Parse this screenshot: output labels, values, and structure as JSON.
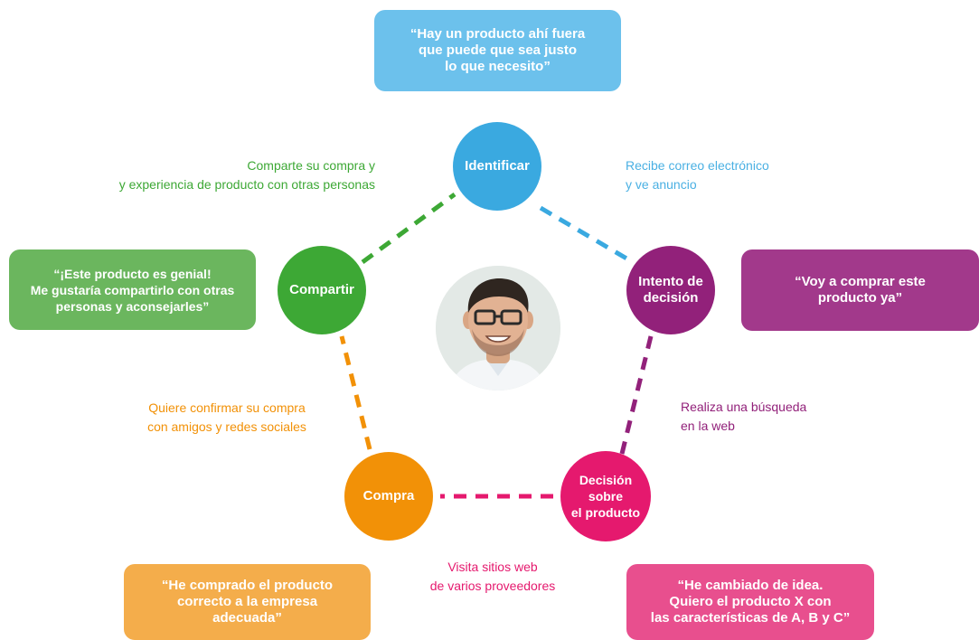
{
  "colors": {
    "identificar": "#3aa9e0",
    "intento": "#92217a",
    "decision": "#e5196e",
    "compra": "#f29107",
    "compartir": "#3da835",
    "box_identificar": "#6cc1ec",
    "box_intento": "#a2398b",
    "box_decision": "#e84f8e",
    "box_compra": "#f4ad4b",
    "box_compartir": "#6bb65e",
    "note_identificar": "#4ab0e3",
    "note_intento": "#92217a",
    "note_decision": "#e5196e",
    "note_compra": "#f29107",
    "note_compartir": "#3da835"
  },
  "stages": {
    "identificar": "Identificar",
    "intento": "Intento de\ndecisión",
    "decision": "Decisión\nsobre\nel producto",
    "compra": "Compra",
    "compartir": "Compartir"
  },
  "quotes": {
    "identificar": "“Hay un producto ahí fuera\nque puede que sea justo\nlo que necesito”",
    "intento": "“Voy a comprar este\nproducto ya”",
    "decision": "“He cambiado de idea.\nQuiero el producto X con\nlas características de A, B y C”",
    "compra": "“He comprado el producto\ncorrecto a la empresa\nadecuada”",
    "compartir": "“¡Este producto es genial!\nMe gustaría compartirlo con otras\npersonas y aconsejarles”"
  },
  "actions": {
    "identificar_intento": "Recibe correo electrónico\ny ve anuncio",
    "intento_decision": "Realiza una búsqueda\nen la web",
    "decision_compra": "Visita sitios web\nde varios proveedores",
    "compra_compartir": "Quiere confirmar su compra\ncon amigos y redes sociales",
    "compartir_identificar": "Comparte su compra y\ny experiencia de producto con otras personas"
  },
  "center": {
    "image": "smiling-man-portrait"
  }
}
